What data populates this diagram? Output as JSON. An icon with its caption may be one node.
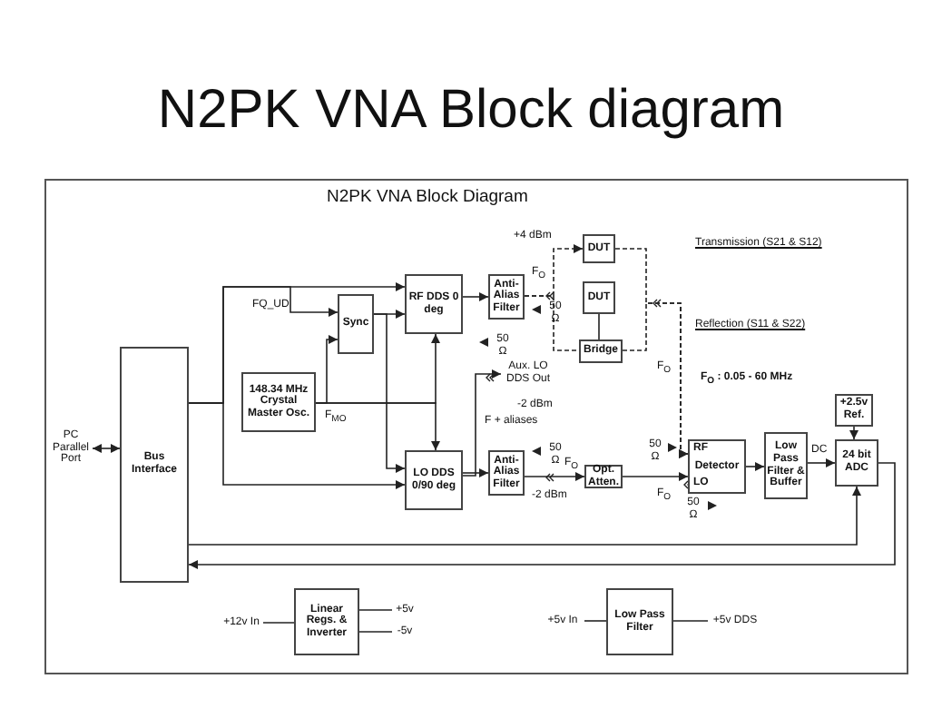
{
  "diagram": {
    "title": "N2PK VNA Block diagram",
    "nodes": [
      {
        "text": [
          "PC Parallel Port"
        ]
      },
      {
        "text": [
          "Bus Interface"
        ]
      },
      {
        "text": [
          "148.34 MHz Crystal Master Osc."
        ]
      },
      {
        "text": [
          "Sync"
        ]
      },
      {
        "text": [
          "RF DDS 0 deg"
        ]
      },
      {
        "text": [
          "LO DDS 0/90 deg"
        ]
      },
      {
        "text": [
          "Anti-Alias Filter"
        ]
      },
      {
        "text": [
          "Anti-Alias Filter"
        ]
      },
      {
        "text": [
          "DUT"
        ]
      },
      {
        "text": [
          "DUT"
        ]
      },
      {
        "text": [
          "Bridge"
        ]
      },
      {
        "text": [
          "Opt. Atten."
        ]
      },
      {
        "text": [
          "RF",
          "Detector",
          "LO"
        ]
      },
      {
        "text": [
          "Low Pass Filter & Buffer"
        ]
      },
      {
        "text": [
          "+2.5v Ref."
        ]
      },
      {
        "text": [
          "24 bit ADC"
        ]
      },
      {
        "text": [
          "Linear Regs. & Inverter"
        ]
      },
      {
        "text": [
          "Low Pass Filter"
        ]
      },
      {
        "text": [
          "+12v In"
        ]
      },
      {
        "text": [
          "+5v"
        ]
      },
      {
        "text": [
          "-5v"
        ]
      },
      {
        "text": [
          "+5v In"
        ]
      },
      {
        "text": [
          "+5v DDS"
        ]
      },
      {
        "text": [
          "50 Ω"
        ]
      },
      {
        "text": [
          "50 Ω"
        ]
      },
      {
        "text": [
          "50 Ω"
        ]
      },
      {
        "text": [
          "50 Ω"
        ]
      },
      {
        "text": [
          "50 Ω"
        ]
      },
      {
        "text": [
          "Aux. LO DDS Out"
        ]
      }
    ],
    "edges": [
      {
        "from": 0,
        "to": 1,
        "arrow": "both"
      },
      {
        "from": 1,
        "to": 4,
        "arrow": "to"
      },
      {
        "from": 1,
        "to": 3,
        "arrow": "to",
        "label": "FQ_UD"
      },
      {
        "from": 1,
        "to": 5,
        "arrow": "to"
      },
      {
        "from": 2,
        "to": 3,
        "arrow": "to"
      },
      {
        "from": 2,
        "to": 4,
        "arrow": "to",
        "label": "F$_{MO}$"
      },
      {
        "from": 2,
        "to": 5,
        "arrow": "to"
      },
      {
        "from": 3,
        "to": 4,
        "arrow": "to"
      },
      {
        "from": 3,
        "to": 5,
        "arrow": "to"
      },
      {
        "from": 4,
        "to": 6,
        "arrow": "to"
      },
      {
        "from": 5,
        "to": 7,
        "arrow": "to"
      },
      {
        "from": 5,
        "to": 28,
        "arrow": "to"
      },
      {
        "from": 6,
        "to": 8,
        "arrow": "to",
        "style": "dashed"
      },
      {
        "from": 6,
        "to": 10,
        "arrow": "none",
        "style": "dashed"
      },
      {
        "from": 8,
        "to": 12,
        "arrow": "to",
        "style": "dashed"
      },
      {
        "from": 10,
        "to": 12,
        "arrow": "to",
        "style": "dashed"
      },
      {
        "from": 10,
        "to": 9,
        "arrow": "none"
      },
      {
        "from": 7,
        "to": 11,
        "arrow": "to"
      },
      {
        "from": 11,
        "to": 12,
        "arrow": "to"
      },
      {
        "from": 12,
        "to": 13,
        "arrow": "to"
      },
      {
        "from": 13,
        "to": 15,
        "arrow": "to",
        "label": "DC"
      },
      {
        "from": 14,
        "to": 15,
        "arrow": "to"
      },
      {
        "from": 1,
        "to": 15,
        "arrow": "to"
      },
      {
        "from": 15,
        "to": 1,
        "arrow": "to"
      },
      {
        "from": 18,
        "to": 16,
        "arrow": "none"
      },
      {
        "from": 16,
        "to": 19,
        "arrow": "none"
      },
      {
        "from": 16,
        "to": 20,
        "arrow": "none"
      },
      {
        "from": 21,
        "to": 17,
        "arrow": "none"
      },
      {
        "from": 17,
        "to": 22,
        "arrow": "none"
      }
    ],
    "labels": [
      "N2PK VNA Block Diagram",
      "+4 dBm",
      "Transmission (S21 & S12)",
      "F$_{O}$",
      "Reflection (S11 & S22)",
      "-2 dBm",
      "F$_{O}$",
      "F$_{O}$ : 0.05 - 60 MHz",
      "F + aliases",
      "F$_{O}$",
      "-2 dBm",
      "F$_{O}$"
    ]
  }
}
